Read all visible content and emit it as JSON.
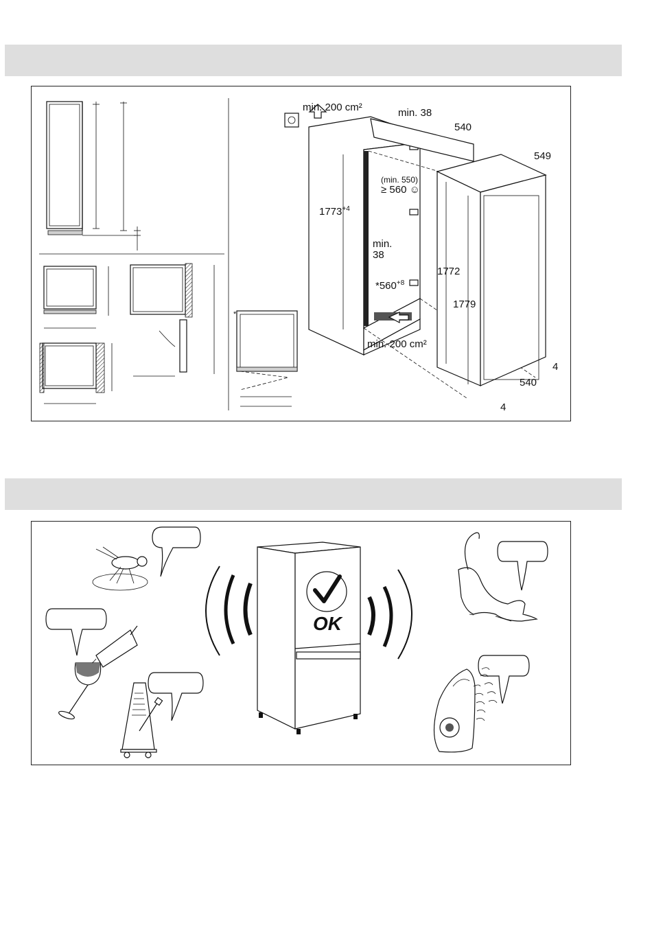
{
  "installation": {
    "labels": {
      "vent_top": "min. 200 cm²",
      "top_gap": "min. 38",
      "depth_540": "540",
      "depth_549": "549",
      "niche_depth_min": "(min. 550)",
      "niche_depth": "≥ 560 ☺",
      "niche_height": "1773",
      "niche_height_tol": "+4",
      "side_gap_min": "min.",
      "side_gap_val": "38",
      "niche_width": "*560",
      "niche_width_tol": "+8",
      "vent_bottom": "min. 200 cm²",
      "appliance_h1": "1772",
      "appliance_h2": "1779",
      "bottom_depth": "540",
      "gap_right": "4",
      "gap_bottom": "4",
      "asterisk": "*"
    }
  },
  "noise": {
    "ok_label": "OK"
  }
}
